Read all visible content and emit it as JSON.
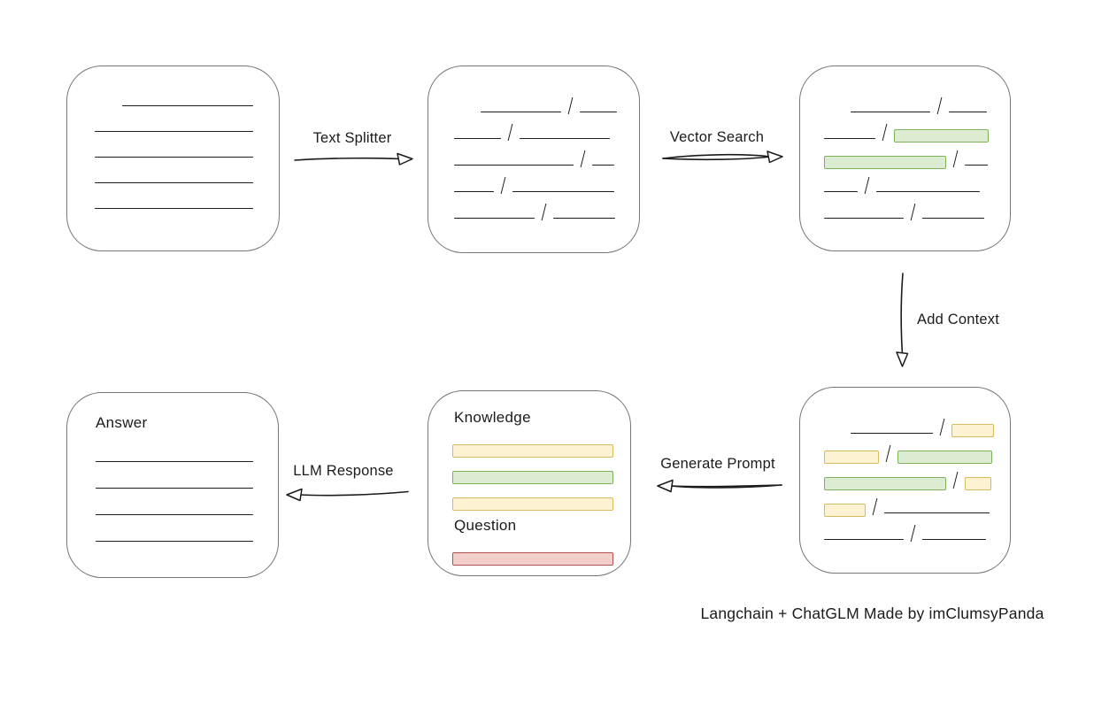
{
  "caption": "Langchain + ChatGLM Made by imClumsyPanda",
  "colors": {
    "ink": "#1b1b1b",
    "box_border": "#757575",
    "green_fill": "#dcecd3",
    "green_border": "#7db25a",
    "yellow_fill": "#fdf3d3",
    "yellow_border": "#d7ba5e",
    "red_fill": "#f3cfcb",
    "red_border": "#b3524c",
    "background": "#ffffff"
  },
  "arrows": {
    "text_splitter": {
      "label": "Text Splitter",
      "direction": "right"
    },
    "vector_search": {
      "label": "Vector Search",
      "direction": "right"
    },
    "add_context": {
      "label": "Add Context",
      "direction": "down"
    },
    "generate_prompt": {
      "label": "Generate Prompt",
      "direction": "left"
    },
    "llm_response": {
      "label": "LLM Response",
      "direction": "left"
    }
  },
  "nodes": {
    "source_document": {
      "rows": [
        [
          {
            "t": "gap",
            "w": 31
          },
          {
            "t": "line",
            "w": 148
          }
        ],
        [
          {
            "t": "line",
            "w": 179
          }
        ],
        [
          {
            "t": "line",
            "w": 179
          }
        ],
        [
          {
            "t": "line",
            "w": 179
          }
        ],
        [
          {
            "t": "line",
            "w": 179
          }
        ]
      ]
    },
    "split_chunks": {
      "rows": [
        [
          {
            "t": "gap",
            "w": 30
          },
          {
            "t": "line",
            "w": 91
          },
          {
            "t": "slash"
          },
          {
            "t": "line",
            "w": 42
          }
        ],
        [
          {
            "t": "line",
            "w": 53
          },
          {
            "t": "slash"
          },
          {
            "t": "line",
            "w": 102
          }
        ],
        [
          {
            "t": "line",
            "w": 135
          },
          {
            "t": "slash"
          },
          {
            "t": "line",
            "w": 25
          }
        ],
        [
          {
            "t": "line",
            "w": 45
          },
          {
            "t": "slash"
          },
          {
            "t": "line",
            "w": 115
          }
        ],
        [
          {
            "t": "line",
            "w": 91
          },
          {
            "t": "slash"
          },
          {
            "t": "line",
            "w": 70
          }
        ]
      ]
    },
    "matched_chunks": {
      "rows": [
        [
          {
            "t": "gap",
            "w": 30
          },
          {
            "t": "line",
            "w": 90
          },
          {
            "t": "slash"
          },
          {
            "t": "line",
            "w": 43
          }
        ],
        [
          {
            "t": "line",
            "w": 58
          },
          {
            "t": "slash"
          },
          {
            "t": "box",
            "c": "green",
            "w": 107
          }
        ],
        [
          {
            "t": "box",
            "c": "green",
            "w": 138
          },
          {
            "t": "slash"
          },
          {
            "t": "line",
            "w": 26
          }
        ],
        [
          {
            "t": "line",
            "w": 38
          },
          {
            "t": "slash"
          },
          {
            "t": "line",
            "w": 117
          }
        ],
        [
          {
            "t": "line",
            "w": 90
          },
          {
            "t": "slash"
          },
          {
            "t": "line",
            "w": 70
          }
        ]
      ]
    },
    "context_chunks": {
      "rows": [
        [
          {
            "t": "gap",
            "w": 30
          },
          {
            "t": "line",
            "w": 93
          },
          {
            "t": "slash"
          },
          {
            "t": "box",
            "c": "yellow",
            "w": 48
          }
        ],
        [
          {
            "t": "box",
            "c": "yellow",
            "w": 62
          },
          {
            "t": "slash"
          },
          {
            "t": "box",
            "c": "green",
            "w": 107
          }
        ],
        [
          {
            "t": "box",
            "c": "green",
            "w": 138
          },
          {
            "t": "slash"
          },
          {
            "t": "box",
            "c": "yellow",
            "w": 30
          }
        ],
        [
          {
            "t": "box",
            "c": "yellow",
            "w": 47
          },
          {
            "t": "slash"
          },
          {
            "t": "line",
            "w": 119
          }
        ],
        [
          {
            "t": "line",
            "w": 90
          },
          {
            "t": "slash"
          },
          {
            "t": "line",
            "w": 72
          }
        ]
      ]
    },
    "prompt": {
      "knowledge_label": "Knowledge",
      "question_label": "Question",
      "knowledge_rows": [
        [
          {
            "t": "box",
            "c": "yellow",
            "w": 182
          }
        ],
        [
          {
            "t": "box",
            "c": "green",
            "w": 182
          }
        ],
        [
          {
            "t": "box",
            "c": "yellow",
            "w": 182
          }
        ]
      ],
      "question_rows": [
        [
          {
            "t": "box",
            "c": "red",
            "w": 182
          }
        ]
      ]
    },
    "answer": {
      "label": "Answer",
      "rows": [
        [
          {
            "t": "line",
            "w": 178
          }
        ],
        [
          {
            "t": "line",
            "w": 178
          }
        ],
        [
          {
            "t": "line",
            "w": 178
          }
        ],
        [
          {
            "t": "line",
            "w": 178
          }
        ]
      ]
    }
  }
}
